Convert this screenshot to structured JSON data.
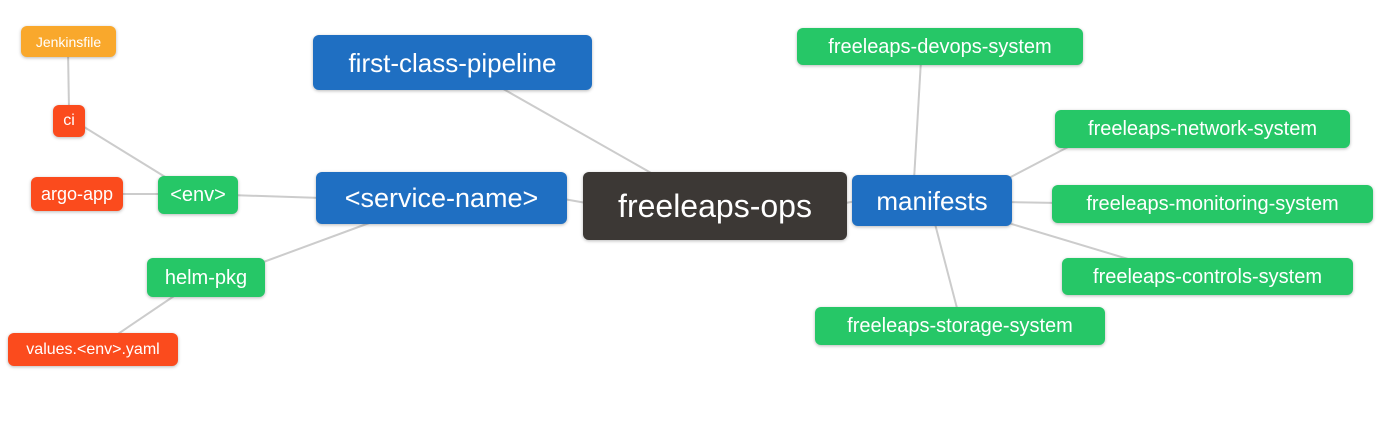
{
  "diagram": {
    "title": "freeleaps-ops mind map",
    "background_color": "#ffffff",
    "edge_color": "#cccccc",
    "palette": {
      "root_dark": "#3c3835",
      "branch_blue": "#1f6fc2",
      "leaf_green": "#26c767",
      "leaf_red": "#fb4b1d",
      "leaf_orange": "#f9a82c",
      "text": "#ffffff"
    },
    "nodes": [
      {
        "id": "jenkinsfile",
        "label": "Jenkinsfile",
        "color": "#f9a82c"
      },
      {
        "id": "ci",
        "label": "ci",
        "color": "#fb4b1d"
      },
      {
        "id": "argo-app",
        "label": "argo-app",
        "color": "#fb4b1d"
      },
      {
        "id": "env",
        "label": "<env>",
        "color": "#26c767"
      },
      {
        "id": "first-class-pipeline",
        "label": "first-class-pipeline",
        "color": "#1f6fc2"
      },
      {
        "id": "service-name",
        "label": "<service-name>",
        "color": "#1f6fc2"
      },
      {
        "id": "freeleaps-ops",
        "label": "freeleaps-ops",
        "color": "#3c3835"
      },
      {
        "id": "manifests",
        "label": "manifests",
        "color": "#1f6fc2"
      },
      {
        "id": "helm-pkg",
        "label": "helm-pkg",
        "color": "#26c767"
      },
      {
        "id": "values-env-yaml",
        "label": "values.<env>.yaml",
        "color": "#fb4b1d"
      },
      {
        "id": "freeleaps-devops-system",
        "label": "freeleaps-devops-system",
        "color": "#26c767"
      },
      {
        "id": "freeleaps-network-system",
        "label": "freeleaps-network-system",
        "color": "#26c767"
      },
      {
        "id": "freeleaps-monitoring-system",
        "label": "freeleaps-monitoring-system",
        "color": "#26c767"
      },
      {
        "id": "freeleaps-controls-system",
        "label": "freeleaps-controls-system",
        "color": "#26c767"
      },
      {
        "id": "freeleaps-storage-system",
        "label": "freeleaps-storage-system",
        "color": "#26c767"
      }
    ],
    "edges": [
      {
        "from": "Jenkinsfile",
        "to": "ci"
      },
      {
        "from": "ci",
        "to": "<env>"
      },
      {
        "from": "argo-app",
        "to": "<env>"
      },
      {
        "from": "<env>",
        "to": "<service-name>"
      },
      {
        "from": "helm-pkg",
        "to": "<service-name>"
      },
      {
        "from": "values.<env>.yaml",
        "to": "helm-pkg"
      },
      {
        "from": "<service-name>",
        "to": "freeleaps-ops"
      },
      {
        "from": "first-class-pipeline",
        "to": "freeleaps-ops"
      },
      {
        "from": "freeleaps-ops",
        "to": "manifests"
      },
      {
        "from": "manifests",
        "to": "freeleaps-devops-system"
      },
      {
        "from": "manifests",
        "to": "freeleaps-network-system"
      },
      {
        "from": "manifests",
        "to": "freeleaps-monitoring-system"
      },
      {
        "from": "manifests",
        "to": "freeleaps-controls-system"
      },
      {
        "from": "manifests",
        "to": "freeleaps-storage-system"
      }
    ]
  }
}
